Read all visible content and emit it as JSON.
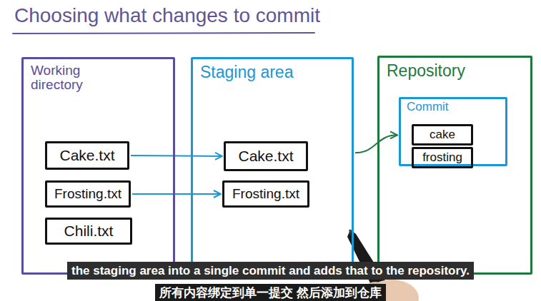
{
  "diagram": {
    "title": "Choosing what changes to commit",
    "nodes": [
      {
        "text": [
          "Working directory"
        ]
      },
      {
        "text": [
          "Cake.txt"
        ],
        "in": 0
      },
      {
        "text": [
          "Frosting.txt"
        ],
        "in": 0
      },
      {
        "text": [
          "Chili.txt"
        ],
        "in": 0
      },
      {
        "text": [
          "Staging area"
        ]
      },
      {
        "text": [
          "Cake.txt"
        ],
        "in": 4
      },
      {
        "text": [
          "Frosting.txt"
        ],
        "in": 4
      },
      {
        "text": [
          "Repository"
        ]
      },
      {
        "text": [
          "Commit"
        ],
        "in": 7
      },
      {
        "text": [
          "cake"
        ],
        "in": 8
      },
      {
        "text": [
          "frosting"
        ],
        "in": 8
      }
    ],
    "edges": [
      {
        "from": 1,
        "to": 5,
        "arrow": "to"
      },
      {
        "from": 2,
        "to": 6,
        "arrow": "to"
      },
      {
        "from": 4,
        "to": 8,
        "arrow": "to"
      }
    ],
    "labels": [
      "the staging area into a single commit and adds that to the repository.",
      "所有内容绑定到单一提交 然后添加到仓库"
    ]
  }
}
